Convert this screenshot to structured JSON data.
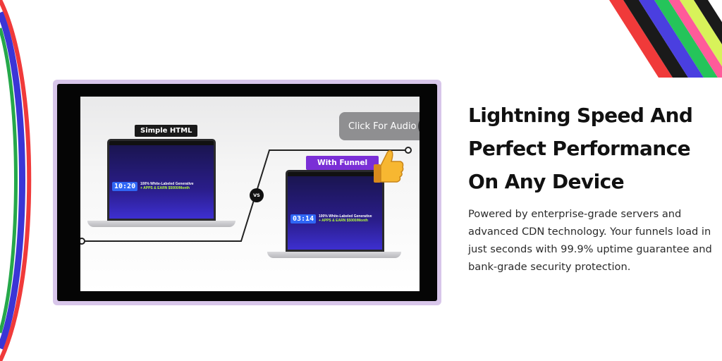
{
  "colors": {
    "frame_border": "#d8c6ea",
    "video_bg": "#050505",
    "funnel_tag": "#7a2fd6",
    "timer_bg": "#2f66f5",
    "stripes_right": [
      "#f03a3a",
      "#1a1a1a",
      "#4a3fe0",
      "#25c45a",
      "#ff5b9a",
      "#d8f25a"
    ],
    "arcs_left": [
      "#f03a3a",
      "#3b35d6",
      "#25a84a"
    ]
  },
  "video": {
    "audio_button_label": "Click For Audio",
    "audio_icon": "speaker-icon",
    "label_simple": "Simple HTML",
    "label_funnel": "With Funnel",
    "vs_label": "VS",
    "left_laptop": {
      "timer": "10:20",
      "promo_line1": "100% White-Labeled Generative",
      "promo_line2": "+ APPS & EARN $5000/Month"
    },
    "right_laptop": {
      "timer": "03:14",
      "promo_line1": "100% White-Labeled Generative",
      "promo_line2": "+ APPS & EARN $5000/Month"
    },
    "thumbs_icon": "thumbs-up-icon"
  },
  "content": {
    "headline": "Lightning Speed And Perfect Performance On Any Device",
    "body": "Powered by enterprise-grade servers and advanced CDN technology. Your funnels load in just seconds with 99.9% uptime guarantee and bank-grade security protection."
  }
}
